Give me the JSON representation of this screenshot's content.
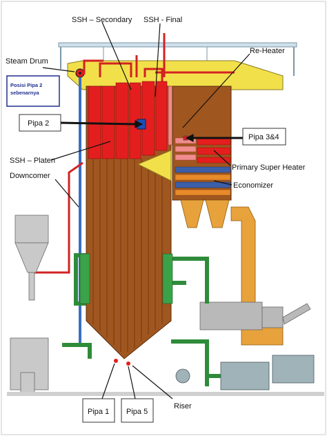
{
  "labels": {
    "steam_drum": "Steam Drum",
    "posisi_pipa2_line1": "Posisi Pipa 2",
    "posisi_pipa2_line2": "sebenarnya",
    "pipa2": "Pipa 2",
    "ssh_platen": "SSH – Platen",
    "downcomer": "Downcomer",
    "ssh_secondary": "SSH – Secondary",
    "ssh_final": "SSH - Final",
    "reheater": "Re-Heater",
    "pipa34": "Pipa 3&4",
    "primary_super_heater": "Primary Super Heater",
    "economizer": "Economizer",
    "pipa1": "Pipa 1",
    "pipa5": "Pipa 5",
    "riser": "Riser"
  },
  "colors": {
    "furnace": "#a0561f",
    "superheater_red": "#e41e1e",
    "reheater_pink": "#f08c8c",
    "frame_yellow": "#f2e04a",
    "duct_green": "#2e8b3a",
    "gray_equipment": "#b9b9b9",
    "orange_duct": "#e8a23c",
    "downcomer_blue": "#3a6fc2",
    "economizer_blue": "#3b5fa8",
    "highlight_box": "#1f2f8f"
  }
}
